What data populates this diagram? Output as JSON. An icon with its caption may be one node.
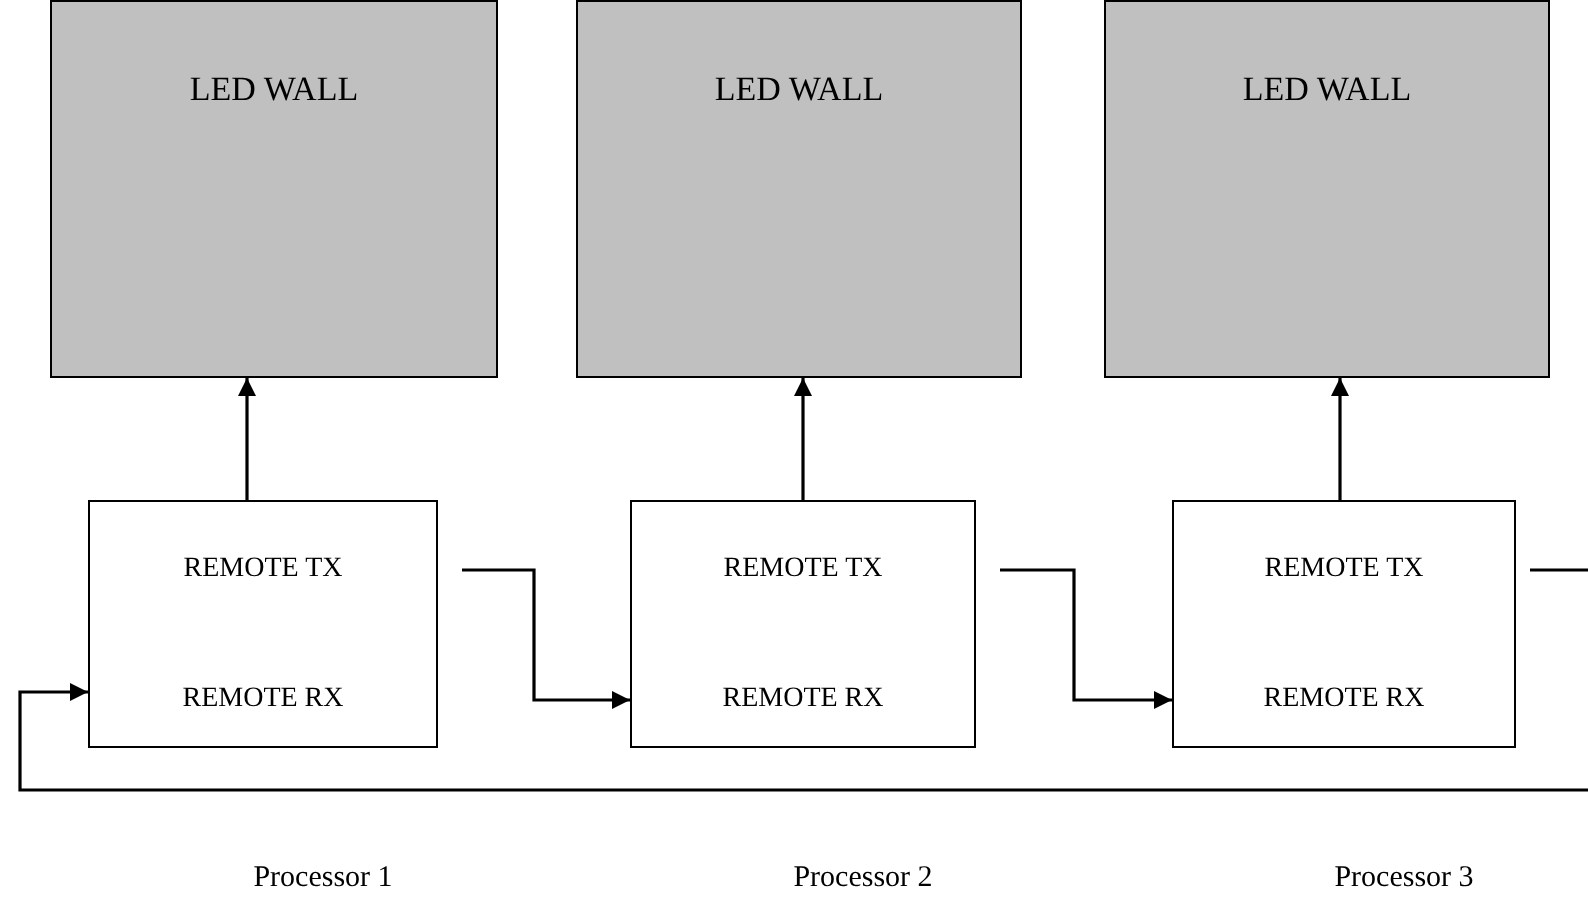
{
  "diagram": {
    "nodes": [
      {
        "text": [
          "LED WALL"
        ]
      },
      {
        "text": [
          "LED WALL"
        ]
      },
      {
        "text": [
          "LED WALL"
        ]
      },
      {
        "text": [
          "REMOTE TX",
          "REMOTE RX"
        ],
        "beside": [
          "Processor 1"
        ]
      },
      {
        "text": [
          "REMOTE TX",
          "REMOTE RX"
        ],
        "beside": [
          "Processor 2"
        ]
      },
      {
        "text": [
          "REMOTE TX",
          "REMOTE RX"
        ],
        "beside": [
          "Processor 3"
        ]
      }
    ],
    "edges": [
      {
        "from": 3,
        "to": 0,
        "arrow": "to"
      },
      {
        "from": 4,
        "to": 1,
        "arrow": "to"
      },
      {
        "from": 5,
        "to": 2,
        "arrow": "to"
      },
      {
        "from": 3,
        "to": 4,
        "arrow": "to"
      },
      {
        "from": 4,
        "to": 5,
        "arrow": "to"
      },
      {
        "from": 5,
        "to": null,
        "arrow": "none"
      },
      {
        "from": null,
        "to": 3,
        "arrow": "to"
      }
    ]
  }
}
